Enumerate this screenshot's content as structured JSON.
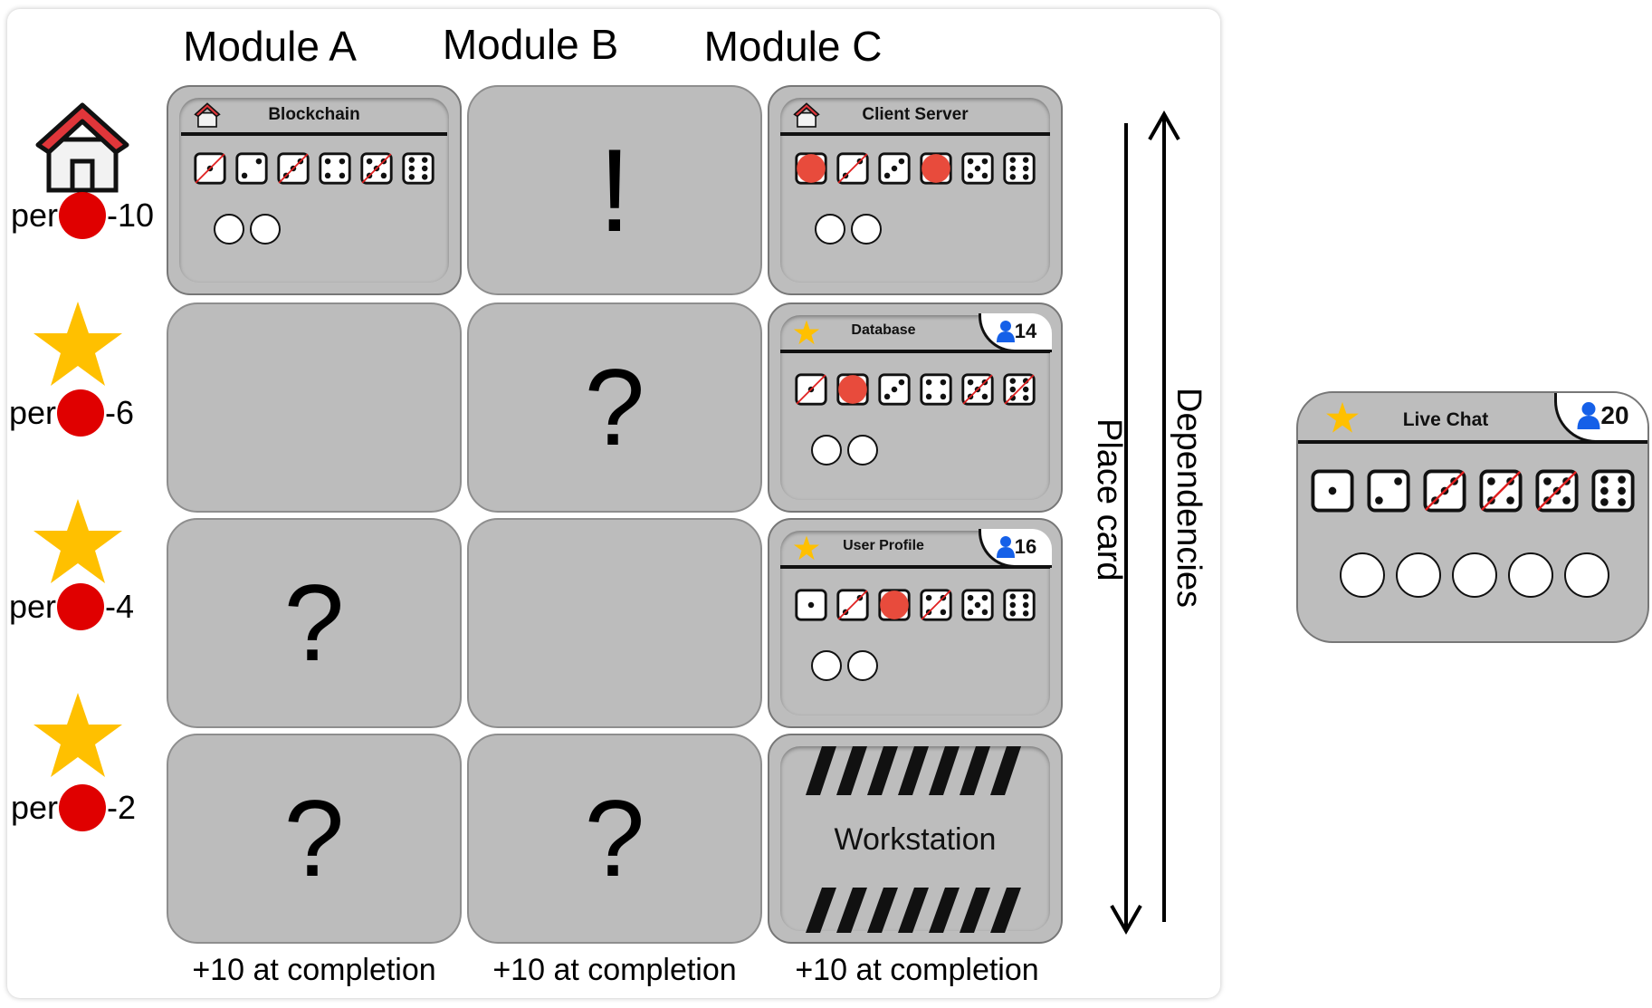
{
  "columns": [
    "Module A",
    "Module B",
    "Module C"
  ],
  "rows": [
    {
      "icon": "house-icon",
      "label_pre": "per",
      "label_post": "-10"
    },
    {
      "icon": "star-icon",
      "label_pre": "per",
      "label_post": "-6"
    },
    {
      "icon": "star-icon",
      "label_pre": "per",
      "label_post": "-4"
    },
    {
      "icon": "star-icon",
      "label_pre": "per",
      "label_post": "-2"
    }
  ],
  "slots": {
    "a1": "",
    "b1": "!",
    "a2": "",
    "b2": "?",
    "a3": "?",
    "b3": "",
    "a4": "?",
    "b4": "?"
  },
  "footers": [
    "+10 at completion",
    "+10 at completion",
    "+10 at completion"
  ],
  "cards": {
    "blockchain": {
      "title": "Blockchain",
      "icon": "house-icon"
    },
    "client_server": {
      "title": "Client Server",
      "icon": "house-icon"
    },
    "database": {
      "title": "Database",
      "icon": "star-icon",
      "count": "14"
    },
    "user_profile": {
      "title": "User Profile",
      "icon": "star-icon",
      "count": "16"
    },
    "workstation": {
      "title": "Workstation"
    },
    "live_chat": {
      "title": "Live Chat",
      "icon": "star-icon",
      "count": "20"
    }
  },
  "arrows": {
    "place_card": "Place card",
    "dependencies": "Dependencies"
  },
  "colors": {
    "card": "#bdbdbd",
    "marker": "#e84b3c",
    "star": "#ffc000",
    "house_roof": "#e0363a",
    "person": "#1560e8"
  }
}
